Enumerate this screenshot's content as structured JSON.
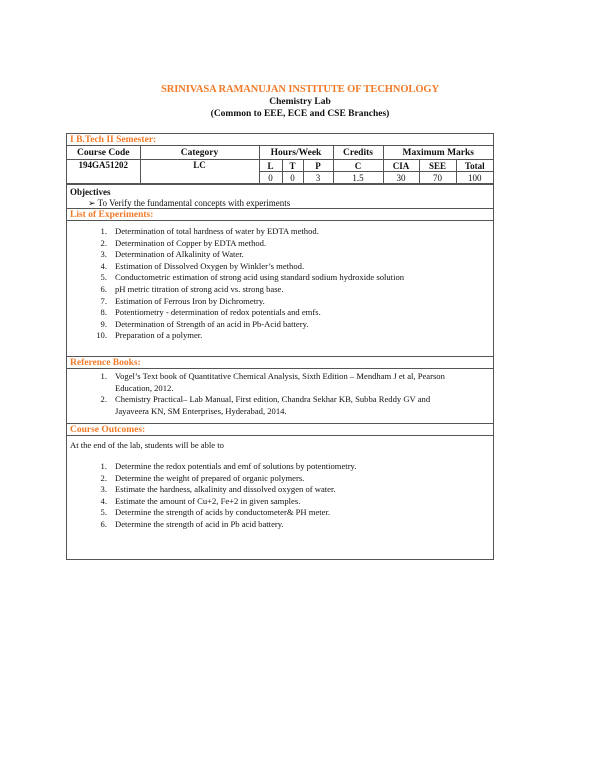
{
  "header": {
    "institute": "SRINIVASA RAMANUJAN INSTITUTE OF TECHNOLOGY",
    "subject": "Chemistry Lab",
    "common_to": "(Common to EEE, ECE and CSE Branches)",
    "accent_color": "#f27a28"
  },
  "semester": "I B.Tech II Semester:",
  "course_table": {
    "headers": {
      "course_code": "Course Code",
      "category": "Category",
      "hours_week": "Hours/Week",
      "credits": "Credits",
      "max_marks": "Maximum Marks"
    },
    "sub_headers": {
      "L": "L",
      "T": "T",
      "P": "P",
      "C": "C",
      "CIA": "CIA",
      "SEE": "SEE",
      "Total": "Total"
    },
    "values": {
      "course_code": "194GA51202",
      "category": "LC",
      "L": "0",
      "T": "0",
      "P": "3",
      "C": "1.5",
      "CIA": "30",
      "SEE": "70",
      "Total": "100"
    }
  },
  "objectives": {
    "title": "Objectives",
    "bullet": "➢",
    "items": [
      "To Verify the fundamental concepts with experiments"
    ]
  },
  "experiments": {
    "title": "List of Experiments:",
    "items": [
      "Determination of total hardness of water by EDTA method.",
      "Determination of Copper by EDTA method.",
      "Determination of Alkalinity of Water.",
      "Estimation of Dissolved Oxygen by Winkler’s method.",
      "Conductometric estimation of strong acid using standard sodium hydroxide solution",
      "pH metric titration of strong acid vs. strong base.",
      "Estimation of Ferrous Iron by Dichrometry.",
      "Potentiometry - determination of redox potentials and emfs.",
      "Determination of Strength of an acid in Pb-Acid battery.",
      "Preparation of a polymer."
    ]
  },
  "reference_books": {
    "title": "Reference Books:",
    "items": [
      "Vogel’s Text book of Quantitative Chemical Analysis, Sixth Edition – Mendham J et al, Pearson Education, 2012.",
      "Chemistry Practical– Lab Manual, First edition, Chandra Sekhar KB, Subba Reddy GV and Jayaveera KN, SM Enterprises, Hyderabad, 2014."
    ]
  },
  "course_outcomes": {
    "title": "Course Outcomes:",
    "intro": "At the end of the lab, students will be able to",
    "items": [
      "Determine the redox potentials and emf of solutions by potentiometry.",
      "Determine the weight of prepared of organic polymers.",
      "Estimate the hardness, alkalinity and dissolved oxygen of water.",
      "Estimate the amount of Cu+2, Fe+2 in given samples.",
      "Determine the strength of acids by conductometer& PH meter.",
      "Determine the strength of acid in Pb acid battery."
    ]
  }
}
